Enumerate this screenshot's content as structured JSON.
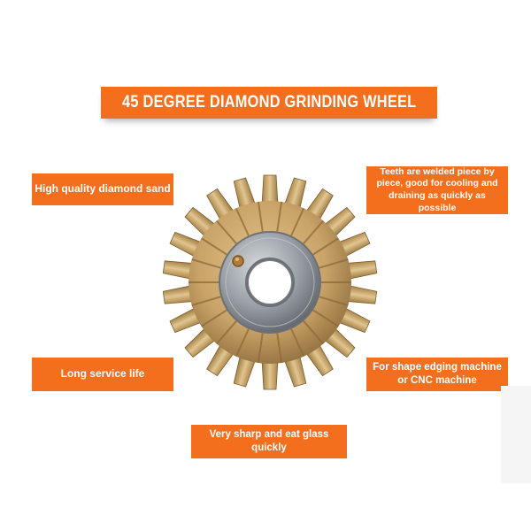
{
  "title": "45 DEGREE DIAMOND GRINDING WHEEL",
  "features": {
    "top_left": "High quality diamond sand",
    "top_right": "Teeth are welded piece by piece, good for cooling and draining as quickly as possible",
    "middle_left": "Long service life",
    "middle_right": "For shape edging machine or CNC machine",
    "bottom_center": "Very sharp and eat glass quickly"
  },
  "colors": {
    "accent": "#f36f1d",
    "text_on_accent": "#ffffff",
    "wheel_gold": "#c9a368",
    "wheel_hub": "#9aa0a6"
  }
}
